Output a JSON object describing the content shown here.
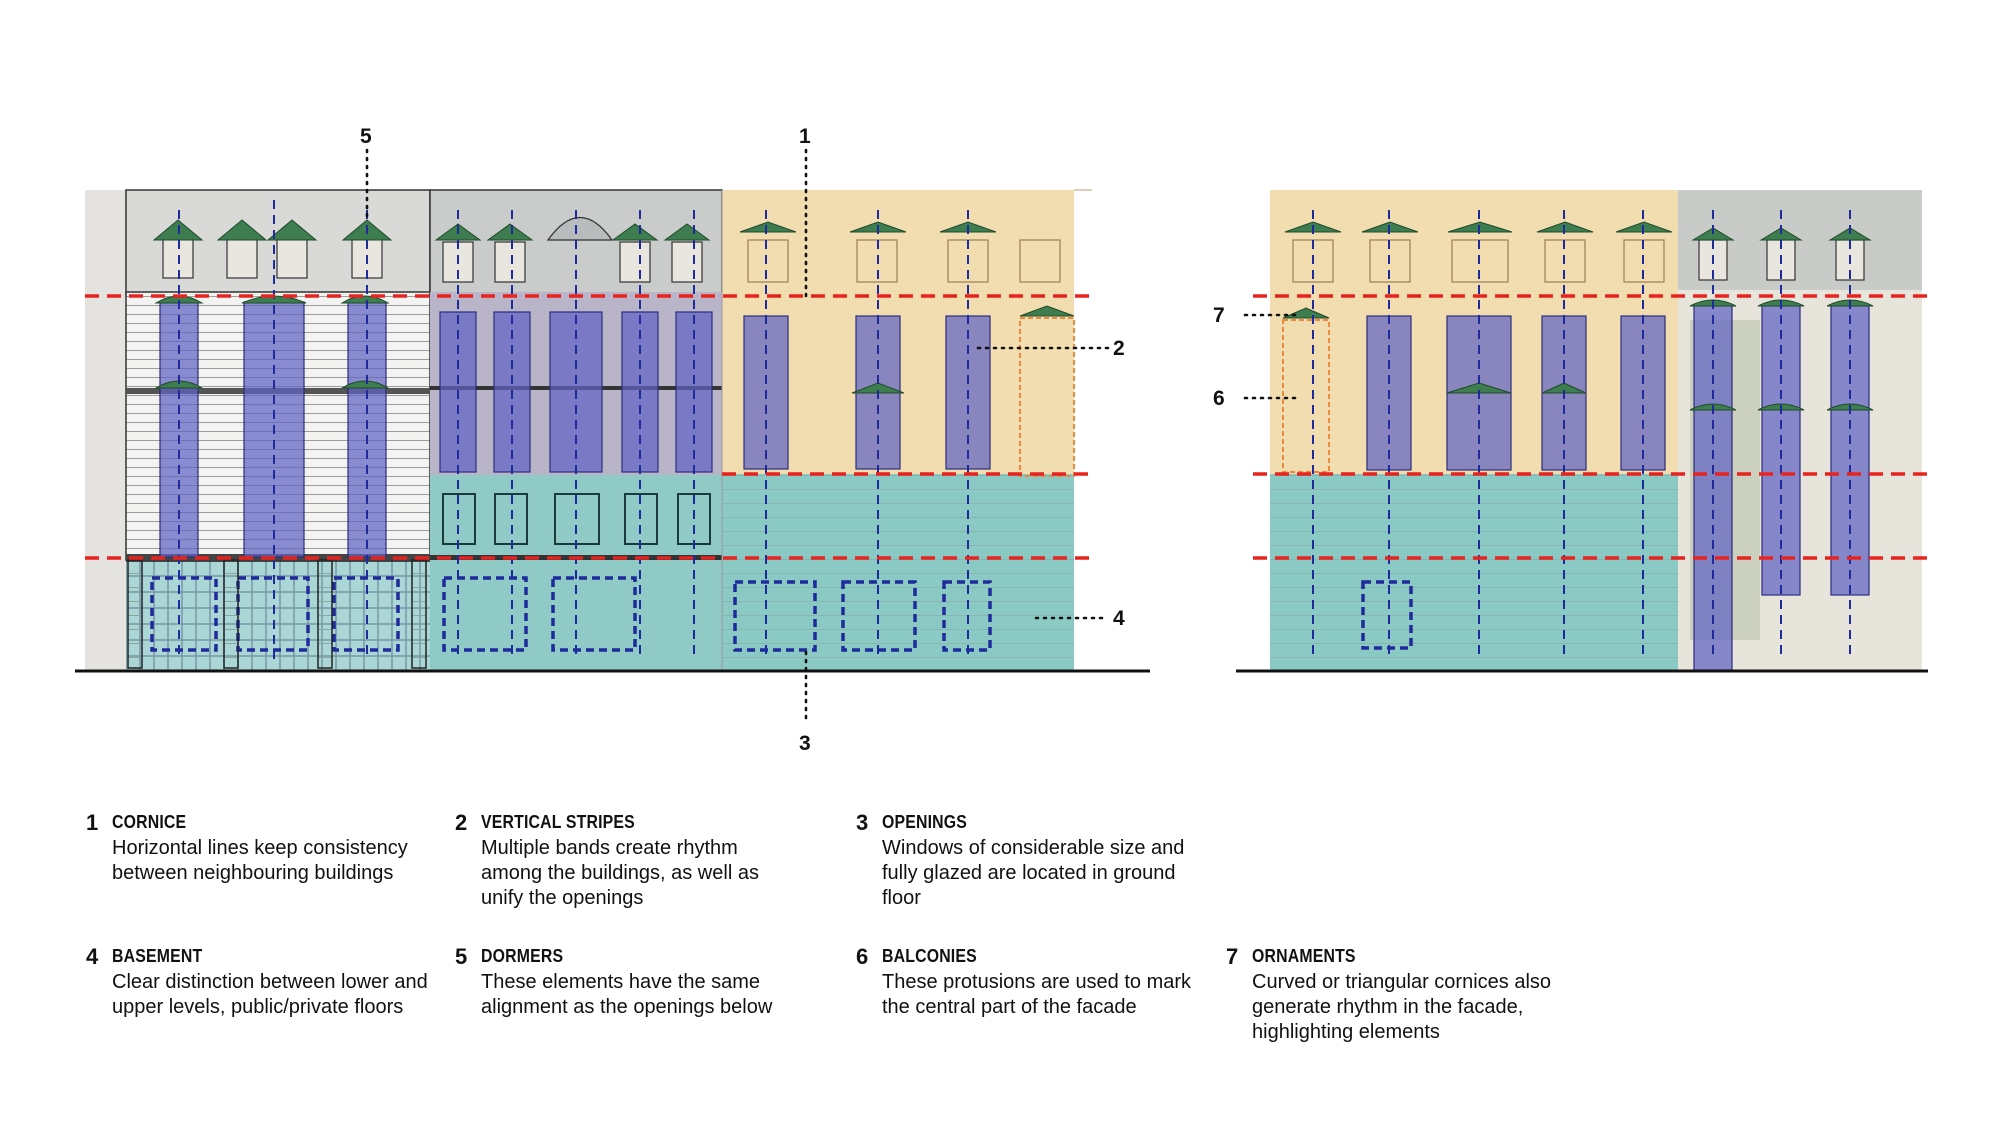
{
  "colors": {
    "cornice_line": "#e8231f",
    "axis_line": "#1f2a9c",
    "opening_fill": "#6a6ec9",
    "basement_fill": "#7fc7c8",
    "drawing_bg": "#f2ddb0",
    "balcony": "#f0883a",
    "dormer_roof": "#3e7d4f",
    "ground": "#111111"
  },
  "callouts": {
    "c1": "1",
    "c2": "2",
    "c3": "3",
    "c4": "4",
    "c5": "5",
    "c6": "6",
    "c7": "7"
  },
  "legend": [
    {
      "num": "1",
      "title": "CORNICE",
      "body": "Horizontal lines keep consistency between neighbouring buildings"
    },
    {
      "num": "2",
      "title": "VERTICAL STRIPES",
      "body": "Multiple bands create rhythm among the buildings, as well as unify the openings"
    },
    {
      "num": "3",
      "title": "OPENINGS",
      "body": "Windows of considerable size and fully glazed are located in ground floor"
    },
    {
      "num": "4",
      "title": "BASEMENT",
      "body": "Clear distinction between lower and upper levels, public/private floors"
    },
    {
      "num": "5",
      "title": "DORMERS",
      "body": "These elements have the same alignment as the openings below"
    },
    {
      "num": "6",
      "title": "BALCONIES",
      "body": "These protusions are used to mark the central part of the facade"
    },
    {
      "num": "7",
      "title": "ORNAMENTS",
      "body": "Curved or triangular cornices also generate rhythm in the facade, highlighting elements"
    }
  ]
}
